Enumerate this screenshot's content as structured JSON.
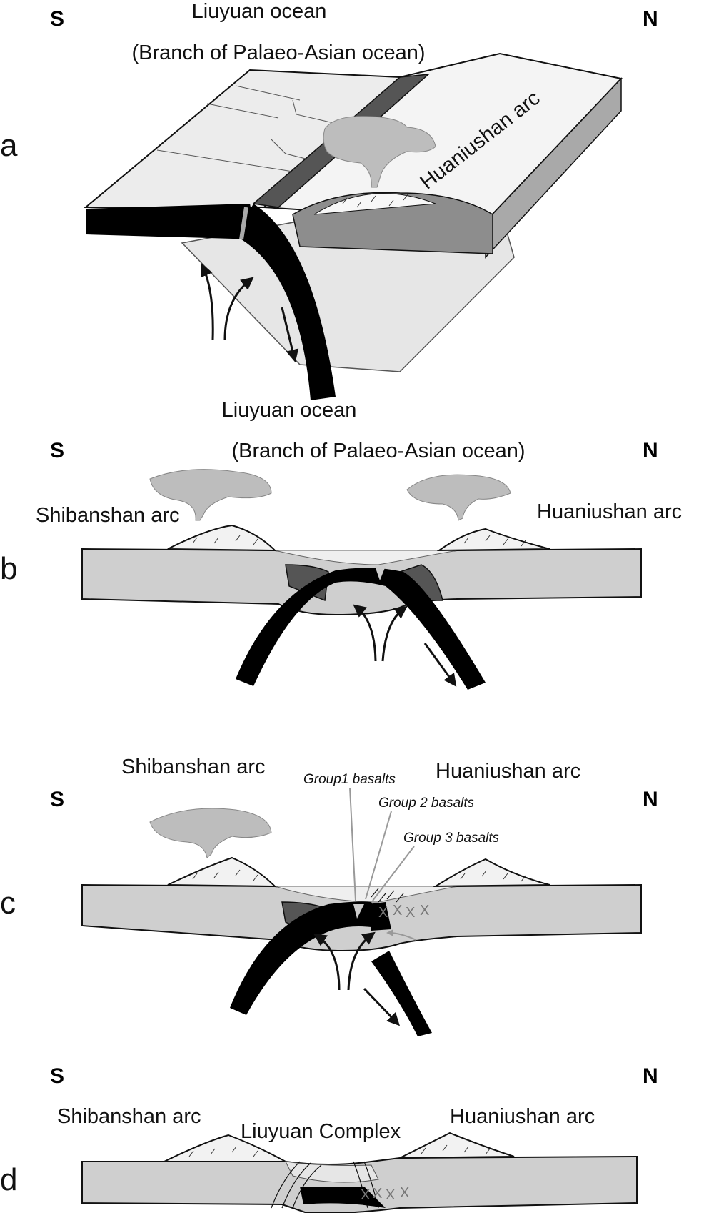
{
  "panel_a": {
    "letter": "a",
    "south": "S",
    "north": "N",
    "ocean_title": "Liuyuan ocean",
    "ocean_subtitle": "(Branch of Palaeo-Asian ocean)",
    "arc": "Huaniushan arc"
  },
  "panel_b": {
    "letter": "b",
    "south": "S",
    "north": "N",
    "ocean_title": "Liuyuan ocean",
    "ocean_subtitle": "(Branch of Palaeo-Asian ocean)",
    "arc_left": "Shibanshan arc",
    "arc_right": "Huaniushan arc"
  },
  "panel_c": {
    "letter": "c",
    "south": "S",
    "north": "N",
    "arc_left": "Shibanshan arc",
    "arc_right": "Huaniushan arc",
    "group1": "Group1 basalts",
    "group2": "Group 2 basalts",
    "group3": "Group 3 basalts"
  },
  "panel_d": {
    "letter": "d",
    "south": "S",
    "north": "N",
    "arc_left": "Shibanshan arc",
    "complex": "Liuyuan Complex",
    "arc_right": "Huaniushan arc"
  },
  "colors": {
    "plate": "#cfcfcf",
    "slab": "#000000",
    "accretion": "#555555",
    "arc_fill": "#f2f2f2",
    "plume": "#bdbdbd"
  }
}
